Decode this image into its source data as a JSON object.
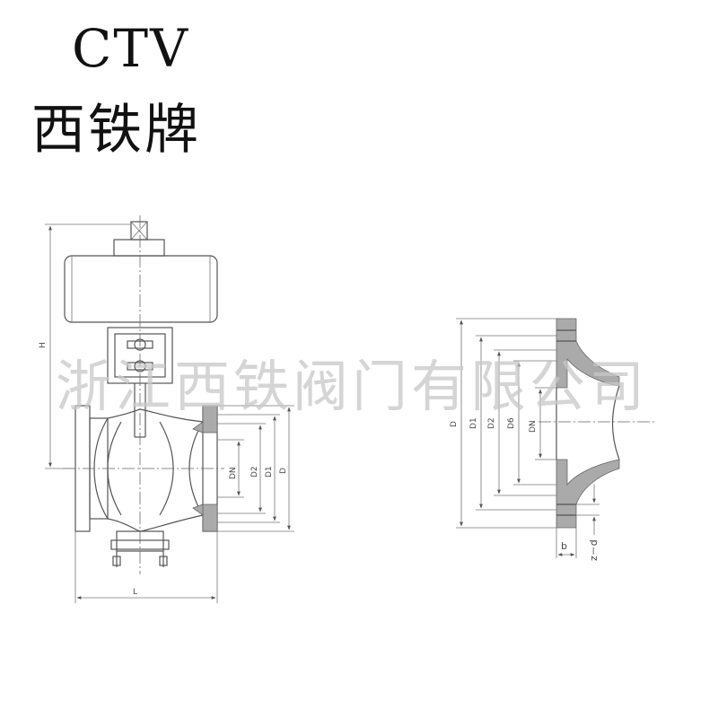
{
  "header": {
    "brand_code": "CTV",
    "brand_name": "西铁牌"
  },
  "watermark": "浙江西铁阀门有限公司",
  "valve_drawing": {
    "dim_H": "H",
    "dim_L": "L",
    "dim_DN": "DN",
    "dim_D2": "D2",
    "dim_D1": "D1",
    "dim_D": "D"
  },
  "flange_drawing": {
    "dim_D": "D",
    "dim_D1": "D1",
    "dim_D2": "D2",
    "dim_D6": "D6",
    "dim_DN": "DN",
    "dim_b": "b",
    "dim_zd": "z－d"
  }
}
